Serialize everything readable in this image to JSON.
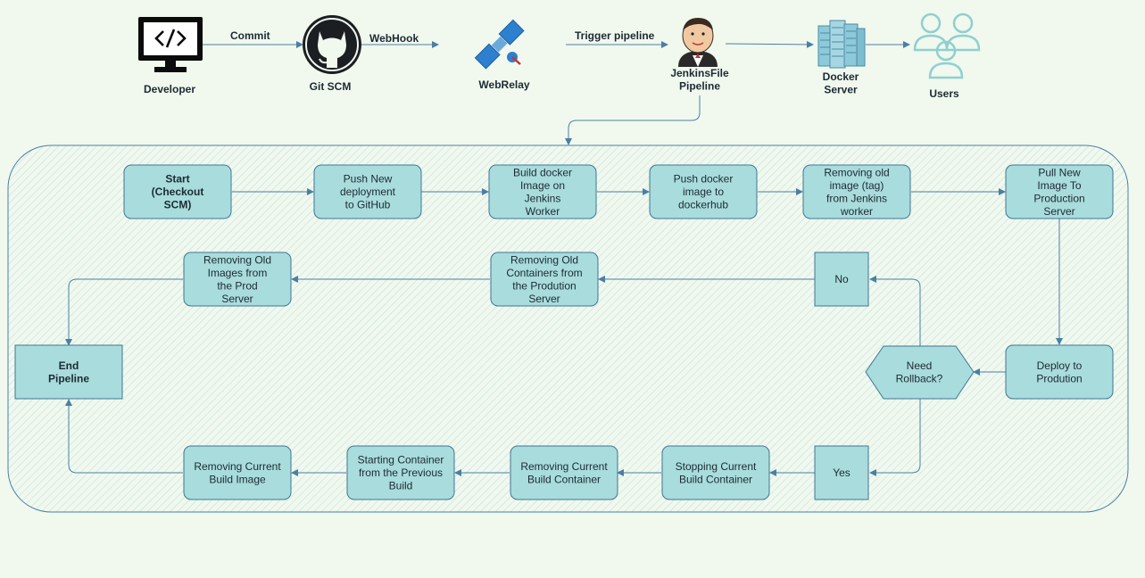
{
  "top_flow": {
    "developer": "Developer",
    "git_scm": "Git SCM",
    "webrelay": "WebRelay",
    "jenkins": "JenkinsFile\nPipeline",
    "docker_server": "Docker\nServer",
    "users": "Users",
    "edge_commit": "Commit",
    "edge_webhook": "WebHook",
    "edge_trigger": "Trigger pipeline"
  },
  "pipeline": {
    "start": "Start\n(Checkout\nSCM)",
    "push_github": "Push New\ndeployment\nto GitHub",
    "build_image": "Build docker\nImage on\nJenkins\nWorker",
    "push_dockerhub": "Push docker\nimage to\ndockerhub",
    "remove_old_tag": "Removing old\nimage (tag)\nfrom Jenkins\nworker",
    "pull_image": "Pull New\nImage To\nProduction\nServer",
    "deploy": "Deploy to\nProdution",
    "need_rollback": "Need\nRollback?",
    "no": "No",
    "yes": "Yes",
    "remove_old_containers": "Removing Old\nContainers from\nthe Prodution\nServer",
    "remove_old_images": "Removing Old\nImages from\nthe Prod\nServer",
    "end": "End\nPipeline",
    "stop_current": "Stopping Current\nBuild Container",
    "remove_current_container": "Removing Current\nBuild Container",
    "start_previous": "Starting Container\nfrom the Previous\nBuild",
    "remove_current_image": "Removing Current\nBuild Image"
  },
  "colors": {
    "node_fill": "#a9dcdc",
    "node_stroke": "#3f7695",
    "edge": "#4b7fa3",
    "background": "#f1f8ee",
    "users_icon": "#8fd0cf"
  },
  "icons": {
    "developer": "monitor-code-icon",
    "git_scm": "github-icon",
    "webrelay": "satellite-icon",
    "jenkins": "jenkins-butler-icon",
    "docker_server": "server-rack-icon",
    "users": "users-group-icon"
  }
}
